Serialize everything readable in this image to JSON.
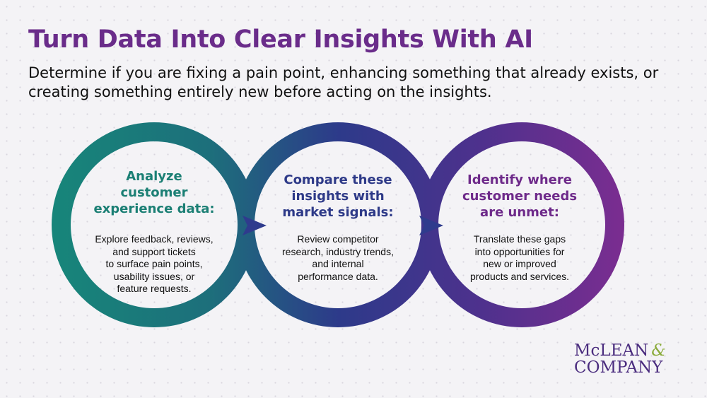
{
  "title": "Turn Data Into Clear Insights With AI",
  "subtitle": "Determine if you are fixing a pain point, enhancing something that already exists, or creating something entirely new before acting on the insights.",
  "steps": [
    {
      "heading": [
        "Analyze",
        "customer",
        "experience data:"
      ],
      "body": [
        "Explore feedback, reviews,",
        "and support tickets",
        "to surface pain points,",
        "usability issues, or",
        "feature requests."
      ],
      "color": "#1b7f74"
    },
    {
      "heading": [
        "Compare these",
        "insights with",
        "market signals:"
      ],
      "body": [
        "Review competitor",
        "research, industry trends,",
        "and internal",
        "performance data."
      ],
      "color": "#2e3a88"
    },
    {
      "heading": [
        "Identify where",
        "customer needs",
        "are unmet:"
      ],
      "body": [
        "Translate these gaps",
        "into opportunities for",
        "new or improved",
        "products and services."
      ],
      "color": "#6e2a8a"
    }
  ],
  "logo": {
    "line1": "McLEAN",
    "amp": "&",
    "line2": "COMPANY"
  },
  "colors": {
    "teal": "#17857a",
    "navy": "#2d3a8a",
    "purple": "#7a2d90",
    "arrow": "#2f3b8d"
  }
}
